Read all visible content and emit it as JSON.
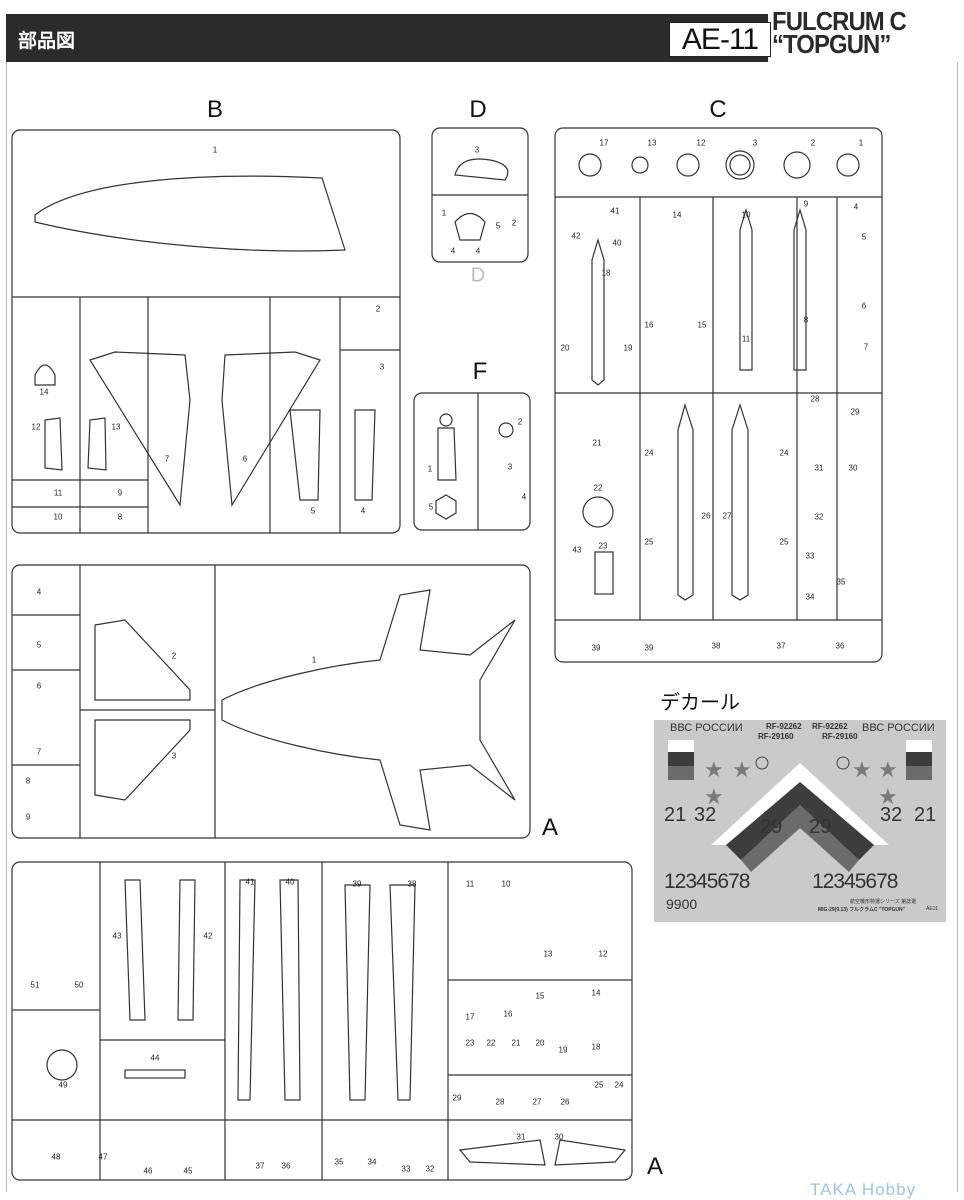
{
  "header": {
    "title": "部品図",
    "code": "AE-11",
    "name_line1": "FULCRUM C",
    "name_line2": "“TOPGUN”"
  },
  "sprues": {
    "B": {
      "label": "B",
      "parts": [
        "1",
        "2",
        "3",
        "14",
        "12",
        "13",
        "7",
        "6",
        "5",
        "4",
        "11",
        "9",
        "10",
        "8"
      ]
    },
    "D": {
      "label": "D",
      "sub_label": "D",
      "parts": [
        "3",
        "1",
        "5",
        "2",
        "4",
        "4"
      ]
    },
    "F": {
      "label": "F",
      "parts": [
        "1",
        "2",
        "3",
        "4",
        "5"
      ]
    },
    "C": {
      "label": "C",
      "parts": [
        "17",
        "13",
        "12",
        "3",
        "2",
        "1",
        "41",
        "14",
        "10",
        "9",
        "4",
        "42",
        "40",
        "5",
        "18",
        "6",
        "16",
        "15",
        "8",
        "20",
        "19",
        "11",
        "7",
        "28",
        "29",
        "21",
        "24",
        "24",
        "31",
        "30",
        "22",
        "26",
        "27",
        "32",
        "43",
        "23",
        "25",
        "25",
        "33",
        "35",
        "34",
        "39",
        "39",
        "38",
        "37",
        "36"
      ]
    },
    "A_top": {
      "label": "A",
      "parts": [
        "4",
        "5",
        "2",
        "1",
        "6",
        "7",
        "3",
        "8",
        "9"
      ]
    },
    "A_bottom": {
      "label": "A",
      "parts": [
        "51",
        "50",
        "43",
        "42",
        "41",
        "40",
        "39",
        "38",
        "11",
        "10",
        "13",
        "12",
        "15",
        "14",
        "17",
        "16",
        "23",
        "22",
        "21",
        "20",
        "19",
        "18",
        "44",
        "49",
        "25",
        "24",
        "29",
        "28",
        "27",
        "26",
        "31",
        "30",
        "48",
        "47",
        "46",
        "45",
        "37",
        "36",
        "35",
        "34",
        "33",
        "32"
      ]
    }
  },
  "decal": {
    "title": "デカール",
    "bbc_left": "ВВС РОССИИ",
    "bbc_right": "ВВС РОССИИ",
    "reg1_left": "RF-92262",
    "reg1_right": "RF-92262",
    "reg2_left": "RF-29160",
    "reg2_right": "RF-29160",
    "num_21_left": "21",
    "num_32_left": "32",
    "num_29_left": "29",
    "num_29_right": "29",
    "num_32_right": "32",
    "num_21_right": "21",
    "digits_left": "12345678",
    "digits_right": "12345678",
    "digits_small": "9900",
    "series_text": "航空機形特選シリーズ 第誌選",
    "product_text": "MIG-29(9.13) フルクラムC \"TOPGUN\"",
    "code_text": "AE11",
    "colors": {
      "sheet": "#c9cbcb",
      "dark": "#3d3d3d",
      "mid": "#6b6b6b",
      "star": "#7a7a7a"
    }
  },
  "watermark": "TAKA Hobby"
}
